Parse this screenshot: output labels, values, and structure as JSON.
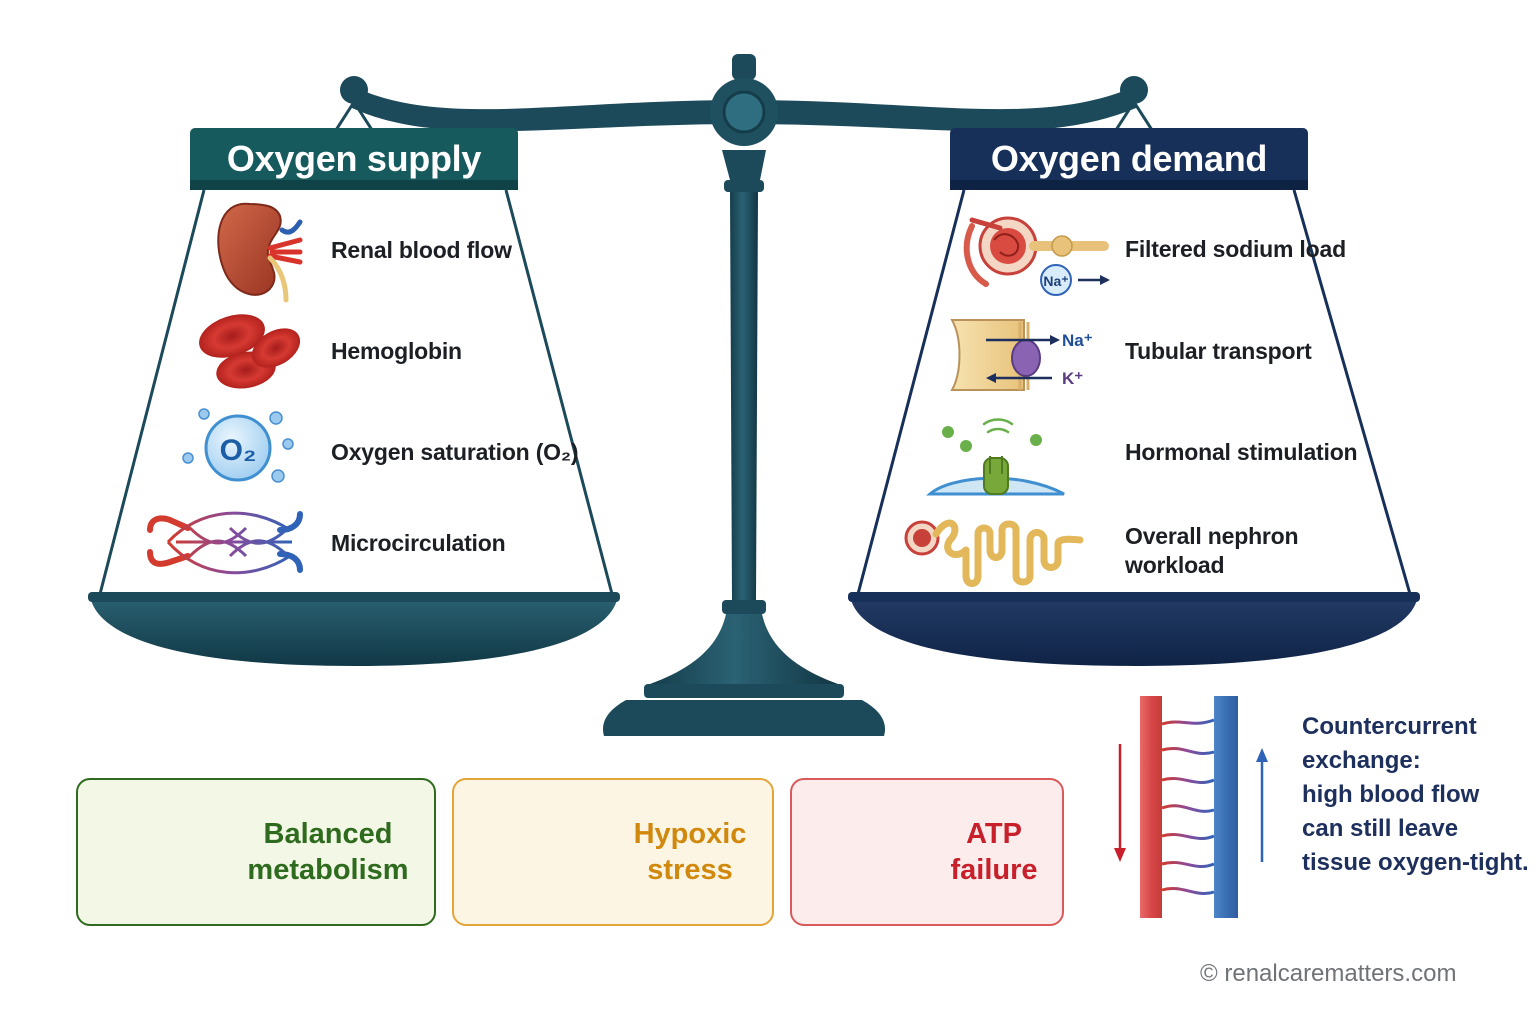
{
  "supply": {
    "title": "Oxygen supply",
    "items": [
      {
        "label": "Renal blood flow",
        "icon": "kidney-icon"
      },
      {
        "label": "Hemoglobin",
        "icon": "red-blood-cells-icon"
      },
      {
        "label": "Oxygen saturation (O₂)",
        "icon": "oxygen-molecule-icon"
      },
      {
        "label": "Microcirculation",
        "icon": "capillary-network-icon"
      }
    ],
    "o2_symbol": "O₂"
  },
  "demand": {
    "title": "Oxygen demand",
    "items": [
      {
        "label": "Filtered sodium load",
        "icon": "glomerulus-icon"
      },
      {
        "label": "Tubular transport",
        "icon": "sodium-potassium-pump-icon"
      },
      {
        "label": "Hormonal stimulation",
        "icon": "hormone-receptor-icon"
      },
      {
        "label": "Overall nephron",
        "label2": "workload",
        "icon": "nephron-icon"
      }
    ],
    "na_symbol": "Na⁺",
    "k_symbol": "K⁺"
  },
  "states": [
    {
      "line1": "Balanced",
      "line2": "metabolism",
      "color": "#2f6b1e"
    },
    {
      "line1": "Hypoxic",
      "line2": "stress",
      "color": "#d0880d"
    },
    {
      "line1": "ATP",
      "line2": "failure",
      "color": "#c8202a"
    }
  ],
  "countercurrent": {
    "lines": [
      "Countercurrent",
      "exchange:",
      "high blood flow",
      "can still leave",
      "tissue oxygen-tight."
    ]
  },
  "credit": "© renalcarematters.com",
  "colors": {
    "scale": "#1c4a5a",
    "supply_header": "#165a5e",
    "demand_header": "#17305a"
  }
}
